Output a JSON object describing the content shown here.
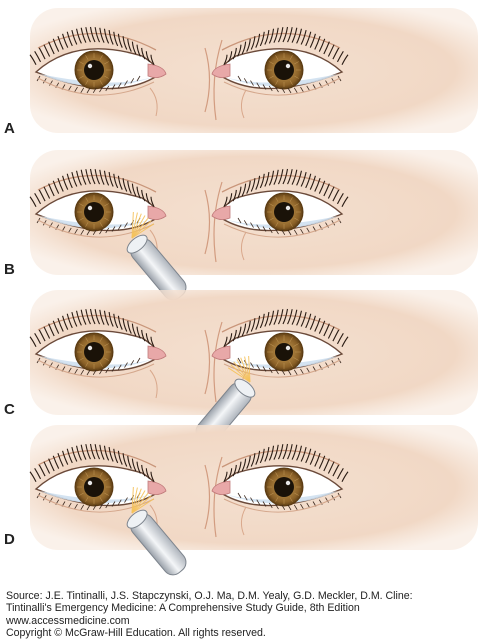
{
  "panels": [
    {
      "label": "A",
      "penlight": "none"
    },
    {
      "label": "B",
      "penlight": "right-eye"
    },
    {
      "label": "C",
      "penlight": "left-eye"
    },
    {
      "label": "D",
      "penlight": "right-eye"
    }
  ],
  "colors": {
    "skin": "#f2dccb",
    "iris": "#9a7034",
    "pupil": "#1a1208",
    "caruncle": "#e8a8a8",
    "sclera_shade": "#cfe0ef",
    "penlight": "#d9dde3",
    "light_rays": "#f5c25a"
  },
  "credit": {
    "line1": "Source: J.E. Tintinalli, J.S. Stapczynski, O.J. Ma, D.M. Yealy, G.D. Meckler, D.M. Cline:",
    "line2": "Tintinalli's Emergency Medicine: A Comprehensive Study Guide, 8th Edition",
    "line3": "www.accessmedicine.com",
    "line4": "Copyright © McGraw-Hill Education.  All rights reserved."
  }
}
